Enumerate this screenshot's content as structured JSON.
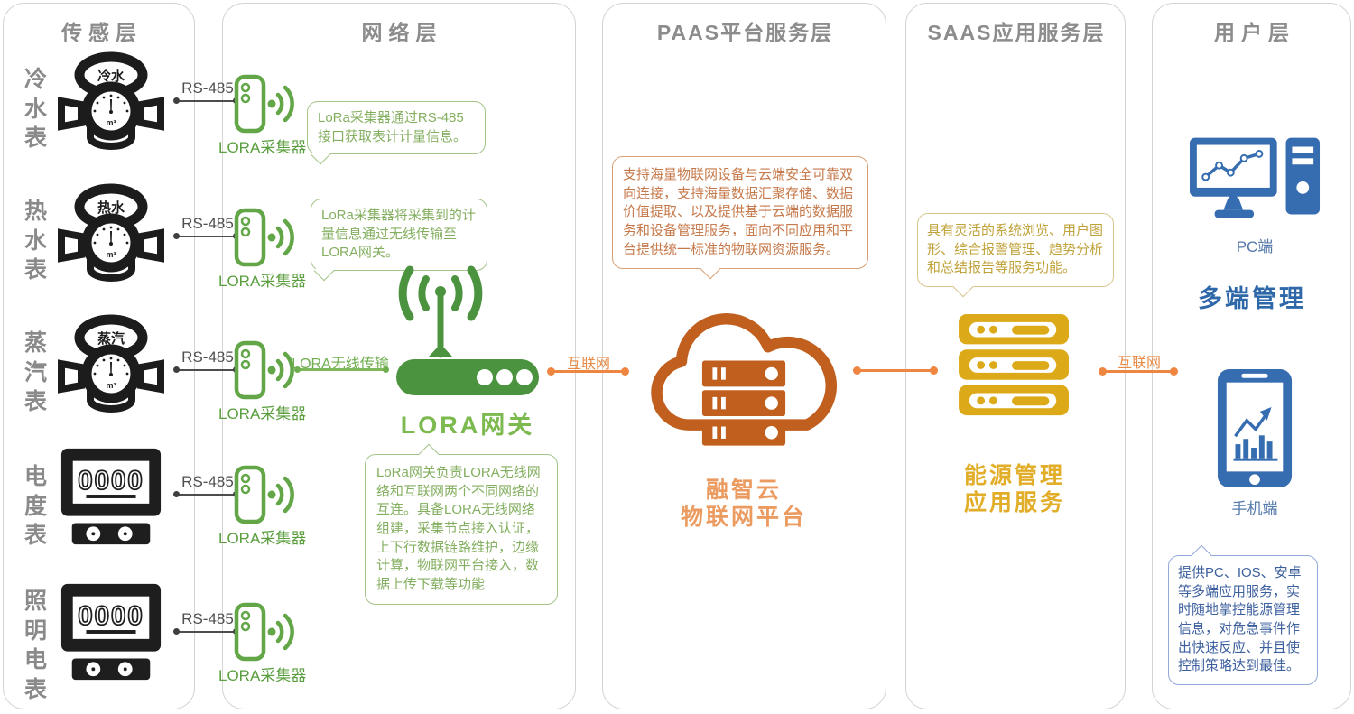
{
  "colors": {
    "green_icon": "#5a9e3e",
    "green_dark": "#4c9340",
    "green_text": "#84af60",
    "orange_cloud": "#c05f1e",
    "orange_connector": "#ee8540",
    "orange_label": "#ec9b60",
    "gold_icon": "#dca918",
    "gold_label": "#e2ae29",
    "blue_icon": "#366db0",
    "blue_label": "#2f68a8",
    "gray_header": "#8c8c8c",
    "gray_border": "#d3d3d3",
    "meter_black": "#1e1e1e"
  },
  "layers": {
    "sensor": {
      "title": "传感层",
      "bus_label": "RS-485",
      "dial_unit": "m³",
      "meters": [
        {
          "label": "冷水表",
          "badge": "冷水"
        },
        {
          "label": "热水表",
          "badge": "热水"
        },
        {
          "label": "蒸汽表",
          "badge": "蒸汽"
        },
        {
          "label": "电度表",
          "display": "0000"
        },
        {
          "label": "照明电表",
          "display": "0000"
        }
      ]
    },
    "network": {
      "title": "网络层",
      "collector_label": "LORA采集器",
      "callout_rs485": "LoRa采集器通过RS-485接口获取表计计量信息。",
      "callout_wireless": "LoRa采集器将采集到的计量信息通过无线传输至LORA网关。",
      "wireless_link_label": "LORA无线传输",
      "gateway_label": "LORA网关",
      "gateway_callout": "LoRa网关负责LORA无线网络和互联网两个不同网络的互连。具备LORA无线网络组建，采集节点接入认证，上下行数据链路维护，边缘计算，物联网平台接入，数据上传下载等功能"
    },
    "paas": {
      "title": "PAAS平台服务层",
      "callout": "支持海量物联网设备与云端安全可靠双向连接，支持海量数据汇聚存储、数据价值提取、以及提供基于云端的数据服务和设备管理服务，面向不同应用和平台提供统一标准的物联网资源服务。",
      "platform_name_line1": "融智云",
      "platform_name_line2": "物联网平台"
    },
    "saas": {
      "title": "SAAS应用服务层",
      "callout": "具有灵活的系统浏览、用户图形、综合报警管理、趋势分析和总结报告等服务功能。",
      "service_name_line1": "能源管理",
      "service_name_line2": "应用服务"
    },
    "user": {
      "title": "用户层",
      "pc_label": "PC端",
      "multi_terminal_label": "多端管理",
      "phone_label": "手机端",
      "callout": "提供PC、IOS、安卓等多端应用服务，实时随地掌控能源管理信息，对危急事件作出快速反应、并且使控制策略达到最佳。"
    }
  },
  "connectors": {
    "internet_label": "互联网"
  }
}
